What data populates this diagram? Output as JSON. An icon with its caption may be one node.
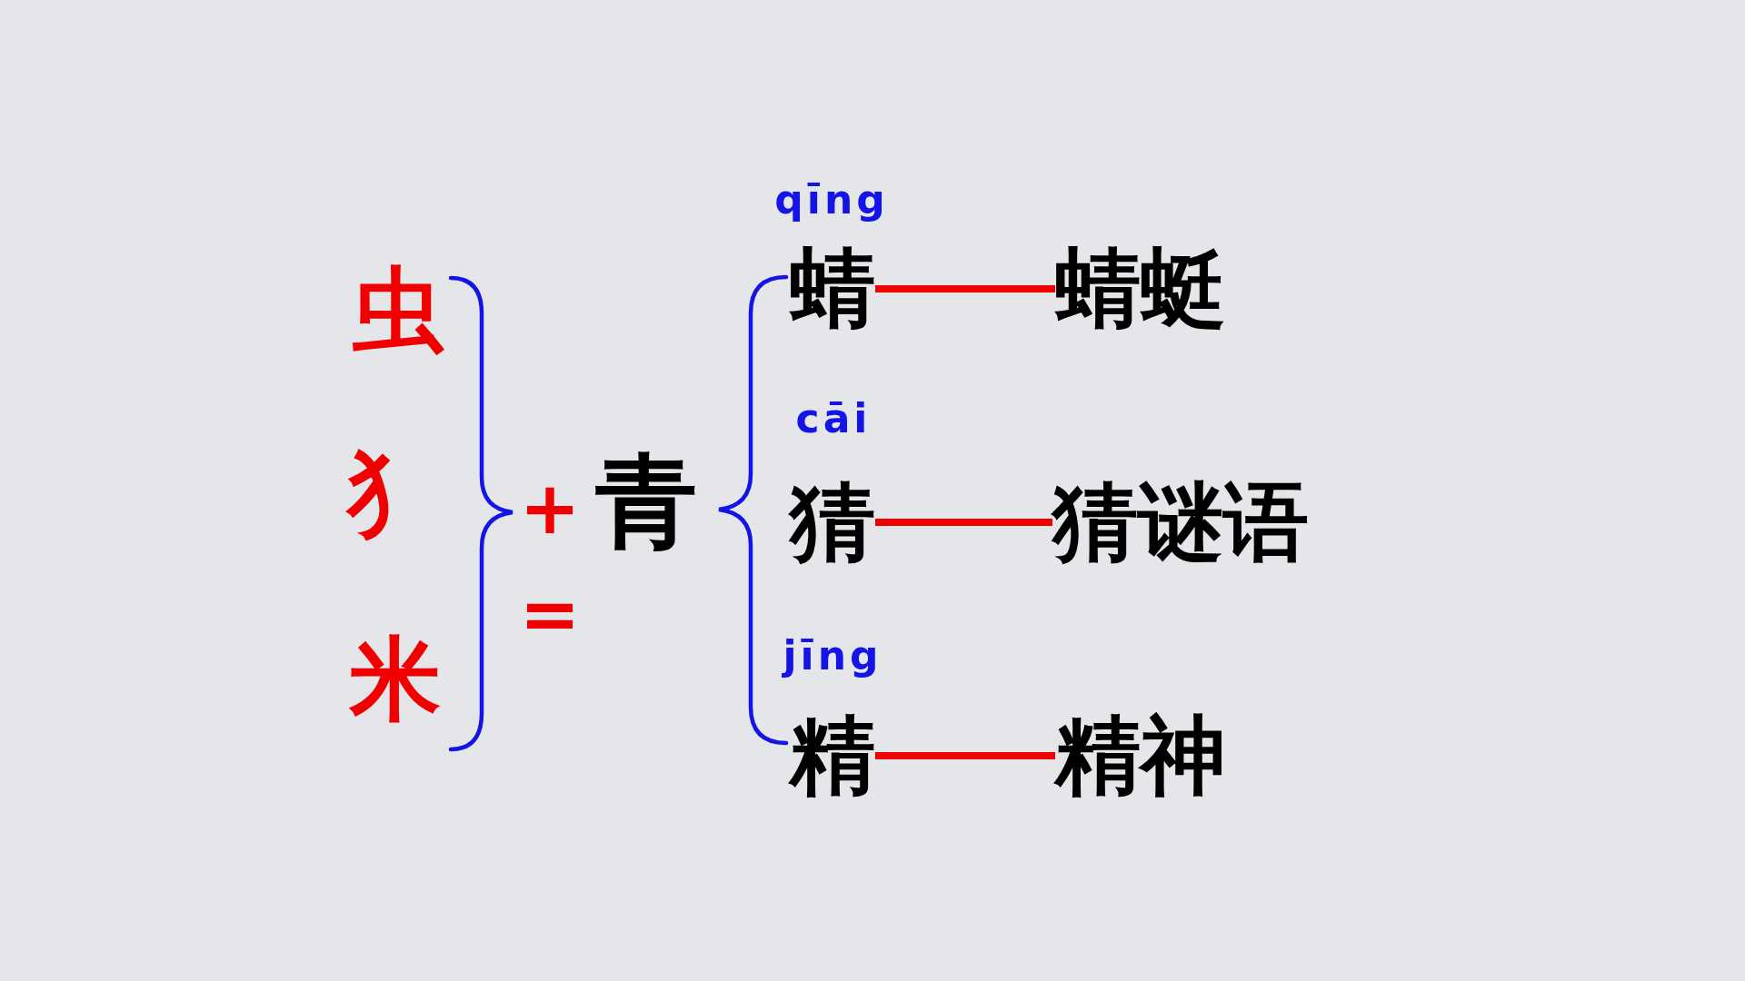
{
  "diagram": {
    "nodes": [
      {
        "text": [
          "蜻"
        ],
        "beside": [
          "qīng"
        ]
      },
      {
        "text": [
          "蜻蜓"
        ]
      },
      {
        "text": [
          "猜"
        ],
        "beside": [
          "cāi"
        ]
      },
      {
        "text": [
          "猜谜语"
        ]
      },
      {
        "text": [
          "精"
        ],
        "beside": [
          "jīng"
        ]
      },
      {
        "text": [
          "精神"
        ]
      }
    ],
    "edges": [
      {
        "from": 0,
        "to": 1,
        "arrow": "none"
      },
      {
        "from": 2,
        "to": 3,
        "arrow": "none"
      },
      {
        "from": 4,
        "to": 5,
        "arrow": "none"
      }
    ],
    "labels": [
      "虫",
      "犭",
      "米",
      "+",
      "=",
      "青"
    ]
  }
}
